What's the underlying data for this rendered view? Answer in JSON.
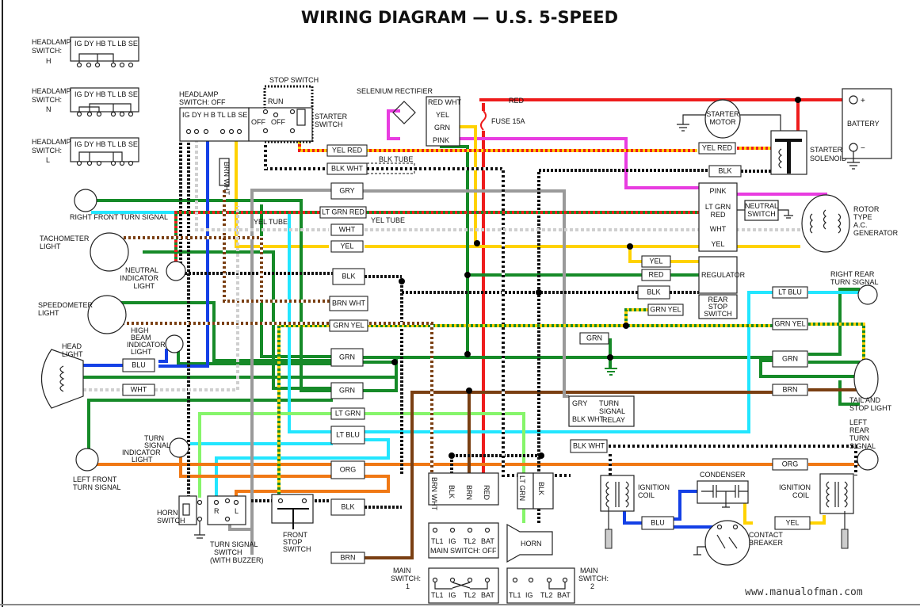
{
  "title": "WIRING DIAGRAM — U.S. 5-SPEED",
  "watermark": "www.manualofman.com",
  "wire_colors": {
    "green": "#168a28",
    "red": "#ee1c1c",
    "yellow": "#ffd200",
    "pink": "#e83ce0",
    "blue": "#1440e6",
    "cyan": "#22e6ff",
    "ltgreen": "#86f56a",
    "orange": "#f07814",
    "brown": "#7a3f12",
    "gray": "#9a9a9a",
    "black": "#111111",
    "white": "#ffffff",
    "ltgray": "#cfcfcf"
  },
  "headlamp_switches": [
    {
      "lines": [
        "HEADLAMP",
        "SWITCH:",
        "H"
      ],
      "terminals": "IG DY HB TL LB SE"
    },
    {
      "lines": [
        "HEADLAMP",
        "SWITCH:",
        "N"
      ],
      "terminals": "IG DY HB TL LB SE"
    },
    {
      "lines": [
        "HEADLAMP",
        "SWITCH:",
        "L"
      ],
      "terminals": "IG DY HB TL LB SE"
    }
  ],
  "headlamp_switch_off": {
    "lines": [
      "HEADLAMP",
      "SWITCH: OFF"
    ],
    "terminals": "IG DY H B TL LB SE"
  },
  "stop_switch": {
    "label": "STOP SWITCH",
    "run": "RUN",
    "off1": "OFF",
    "off2": "OFF"
  },
  "starter_switch": [
    "STARTER",
    "SWITCH"
  ],
  "selenium_rectifier": {
    "label": "SELENIUM RECTIFIER",
    "terminals": [
      "RED WHT",
      "YEL",
      "GRN",
      "PINK"
    ]
  },
  "red_label": "RED",
  "fuse": "FUSE 15A",
  "starter_motor": [
    "STARTER",
    "MOTOR"
  ],
  "battery": {
    "label": "BATTERY",
    "plus": "+",
    "minus": "−"
  },
  "starter_solenoid": [
    "STARTER",
    "SOLENOID"
  ],
  "tubes": {
    "blk_tube": "BLK TUBE",
    "yel_tube_1": "YEL TUBE",
    "yel_tube_2": "YEL TUBE",
    "brn_wht": "BRN WHT"
  },
  "lights": {
    "right_front_turn": "RIGHT FRONT TURN SIGNAL",
    "tachometer": [
      "TACHOMETER",
      "LIGHT"
    ],
    "neutral_indicator": [
      "NEUTRAL",
      "INDICATOR",
      "LIGHT"
    ],
    "speedometer": [
      "SPEEDOMETER",
      "LIGHT"
    ],
    "high_beam": [
      "HIGH",
      "BEAM",
      "INDICATOR",
      "LIGHT"
    ],
    "head_light": [
      "HEAD",
      "LIGHT"
    ],
    "left_front_turn": [
      "LEFT FRONT",
      "TURN SIGNAL"
    ],
    "turn_indicator": [
      "TURN",
      "SIGNAL",
      "INDICATOR",
      "LIGHT"
    ],
    "right_rear_turn": [
      "RIGHT REAR",
      "TURN SIGNAL"
    ],
    "tail_stop": [
      "TAIL AND",
      "STOP LIGHT"
    ],
    "left_rear_turn": [
      "LEFT",
      "REAR",
      "TURN",
      "SIGNAL"
    ]
  },
  "switches": {
    "horn_switch": [
      "HORN",
      "SWITCH"
    ],
    "turn_signal_switch": [
      "TURN SIGNAL",
      "SWITCH",
      "(WITH BUZZER)"
    ],
    "r": "R",
    "l": "L",
    "front_stop": [
      "FRONT",
      "STOP",
      "SWITCH"
    ],
    "rear_stop": [
      "REAR",
      "STOP",
      "SWITCH"
    ],
    "neutral_switch": [
      "NEUTRAL",
      "SWITCH"
    ]
  },
  "generator": {
    "terminals": [
      "PINK",
      "LT GRN",
      "RED",
      "WHT",
      "YEL"
    ],
    "label": [
      "ROTOR",
      "TYPE",
      "A.C.",
      "GENERATOR"
    ]
  },
  "regulator": "REGULATOR",
  "relay": {
    "gry": "GRY",
    "blk_wht": "BLK WHT",
    "label": [
      "TURN",
      "SIGNAL",
      "RELAY"
    ]
  },
  "main_switch_off": {
    "wires": [
      "BRN WHT",
      "BLK",
      "BRN",
      "RED"
    ],
    "terminals": [
      "TL1",
      "IG",
      "TL2",
      "BAT"
    ],
    "label": "MAIN SWITCH: OFF"
  },
  "horn": {
    "wires": [
      "LT GRN",
      "BLK"
    ],
    "label": "HORN"
  },
  "main_switch_1": {
    "label": [
      "MAIN",
      "SWITCH:",
      "1"
    ],
    "terminals": [
      "TL1",
      "IG",
      "TL2",
      "BAT"
    ]
  },
  "main_switch_2": {
    "label": [
      "MAIN",
      "SWITCH:",
      "2"
    ],
    "terminals": [
      "TL1",
      "IG",
      "TL2",
      "BAT"
    ]
  },
  "ignition": {
    "coil": [
      "IGNITION",
      "COIL"
    ],
    "condenser": "CONDENSER",
    "breaker": [
      "CONTACT",
      "BREAKER"
    ]
  },
  "connectors": [
    "YEL RED",
    "BLK WHT",
    "GRY",
    "LT GRN RED",
    "WHT",
    "YEL",
    "BLK",
    "BRN WHT",
    "GRN YEL",
    "GRN",
    "BLU",
    "WHT",
    "GRN",
    "LT GRN",
    "LT BLU",
    "ORG",
    "BLK",
    "BRN",
    "YEL RED",
    "BLK",
    "YEL",
    "RED",
    "BLK",
    "GRN YEL",
    "LT BLU",
    "GRN YEL",
    "GRN",
    "BRN",
    "ORG",
    "GRN",
    "BLK WHT",
    "BLU",
    "YEL"
  ]
}
